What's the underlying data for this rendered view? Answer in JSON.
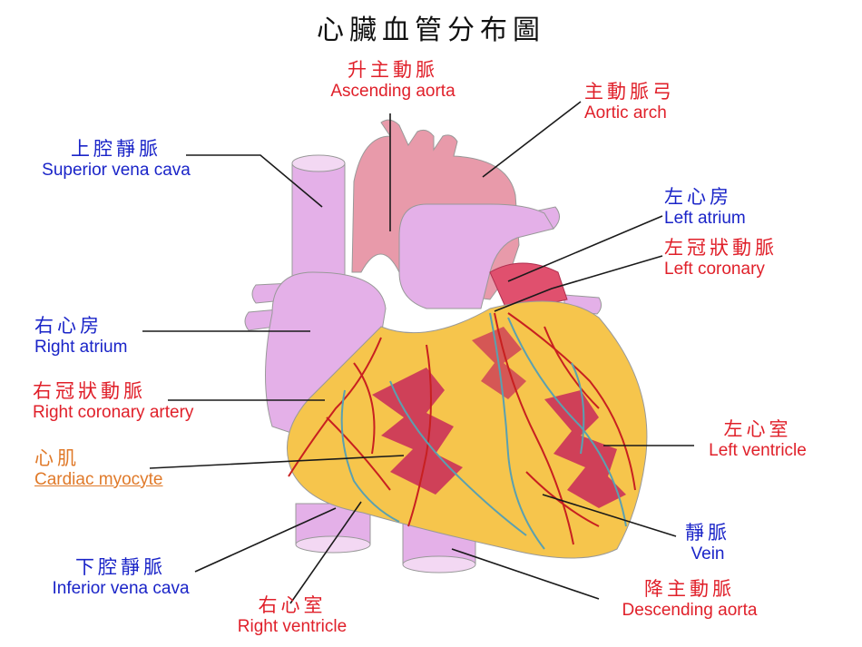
{
  "title": "心臟血管分布圖",
  "colors": {
    "blue_label": "#1a24c8",
    "red_label": "#e0202a",
    "orange_label": "#e07a2a",
    "aorta": "#e89aaa",
    "vein": "#e4b0e8",
    "myocardium": "#f6c54c",
    "chamber": "#c8285a",
    "coronary": "#c82020",
    "cardiac_vein": "#5aa0b0",
    "leader": "#1a1a1a"
  },
  "labels": {
    "ascending_aorta": {
      "zh": "升主動脈",
      "en": "Ascending aorta"
    },
    "aortic_arch": {
      "zh": "主動脈弓",
      "en": "Aortic arch"
    },
    "superior_vena_cava": {
      "zh": "上腔靜脈",
      "en": "Superior vena cava"
    },
    "left_atrium": {
      "zh": "左心房",
      "en": "Left atrium"
    },
    "left_coronary": {
      "zh": "左冠狀動脈",
      "en": "Left coronary"
    },
    "right_atrium": {
      "zh": "右心房",
      "en": "Right atrium"
    },
    "right_coronary_artery": {
      "zh": "右冠狀動脈",
      "en": "Right coronary artery"
    },
    "cardiac_myocyte": {
      "zh": "心肌",
      "en": "Cardiac myocyte"
    },
    "left_ventricle": {
      "zh": "左心室",
      "en": "Left ventricle"
    },
    "vein": {
      "zh": "靜脈",
      "en": "Vein"
    },
    "inferior_vena_cava": {
      "zh": "下腔靜脈",
      "en": "Inferior vena cava"
    },
    "right_ventricle": {
      "zh": "右心室",
      "en": "Right ventricle"
    },
    "descending_aorta": {
      "zh": "降主動脈",
      "en": "Descending aorta"
    }
  }
}
